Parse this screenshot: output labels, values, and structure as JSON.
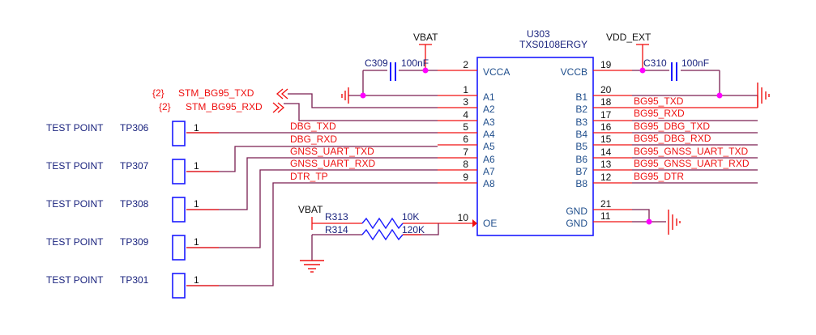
{
  "ic": {
    "ref": "U303",
    "part": "TXS0108ERGY",
    "left_pins": [
      {
        "num": "2",
        "name": "VCCA"
      },
      {
        "num": "1",
        "name": "A1"
      },
      {
        "num": "3",
        "name": "A2"
      },
      {
        "num": "4",
        "name": "A3"
      },
      {
        "num": "5",
        "name": "A4"
      },
      {
        "num": "6",
        "name": "A5"
      },
      {
        "num": "7",
        "name": "A6"
      },
      {
        "num": "8",
        "name": "A7"
      },
      {
        "num": "9",
        "name": "A8"
      },
      {
        "num": "10",
        "name": "OE"
      }
    ],
    "right_pins": [
      {
        "num": "19",
        "name": "VCCB"
      },
      {
        "num": "20",
        "name": "B1"
      },
      {
        "num": "18",
        "name": "B2"
      },
      {
        "num": "17",
        "name": "B3"
      },
      {
        "num": "16",
        "name": "B4"
      },
      {
        "num": "15",
        "name": "B5"
      },
      {
        "num": "14",
        "name": "B6"
      },
      {
        "num": "13",
        "name": "B7"
      },
      {
        "num": "12",
        "name": "B8"
      },
      {
        "num": "21",
        "name": "GND"
      },
      {
        "num": "11",
        "name": "GND"
      }
    ]
  },
  "power": {
    "vbat_top": "VBAT",
    "vdd_ext": "VDD_EXT",
    "vbat_oe": "VBAT"
  },
  "caps": [
    {
      "ref": "C309",
      "value": "100nF"
    },
    {
      "ref": "C310",
      "value": "100nF"
    }
  ],
  "resistors": [
    {
      "ref": "R313",
      "value": "10K"
    },
    {
      "ref": "R314",
      "value": "120K"
    }
  ],
  "offsheet": [
    {
      "sheet": "{2}",
      "net": "STM_BG95_TXD"
    },
    {
      "sheet": "{2}",
      "net": "STM_BG95_RXD"
    }
  ],
  "left_nets": [
    "DBG_TXD",
    "DBG_RXD",
    "GNSS_UART_TXD",
    "GNSS_UART_RXD",
    "DTR_TP"
  ],
  "right_nets": [
    "BG95_TXD",
    "BG95_RXD",
    "BG95_DBG_TXD",
    "BG95_DBG_RXD",
    "BG95_GNSS_UART_TXD",
    "BG95_GNSS_UART_RXD",
    "BG95_DTR"
  ],
  "test_points": [
    {
      "label": "TEST POINT",
      "ref": "TP306",
      "pin": "1"
    },
    {
      "label": "TEST POINT",
      "ref": "TP307",
      "pin": "1"
    },
    {
      "label": "TEST POINT",
      "ref": "TP308",
      "pin": "1"
    },
    {
      "label": "TEST POINT",
      "ref": "TP309",
      "pin": "1"
    },
    {
      "label": "TEST POINT",
      "ref": "TP301",
      "pin": "1"
    }
  ]
}
